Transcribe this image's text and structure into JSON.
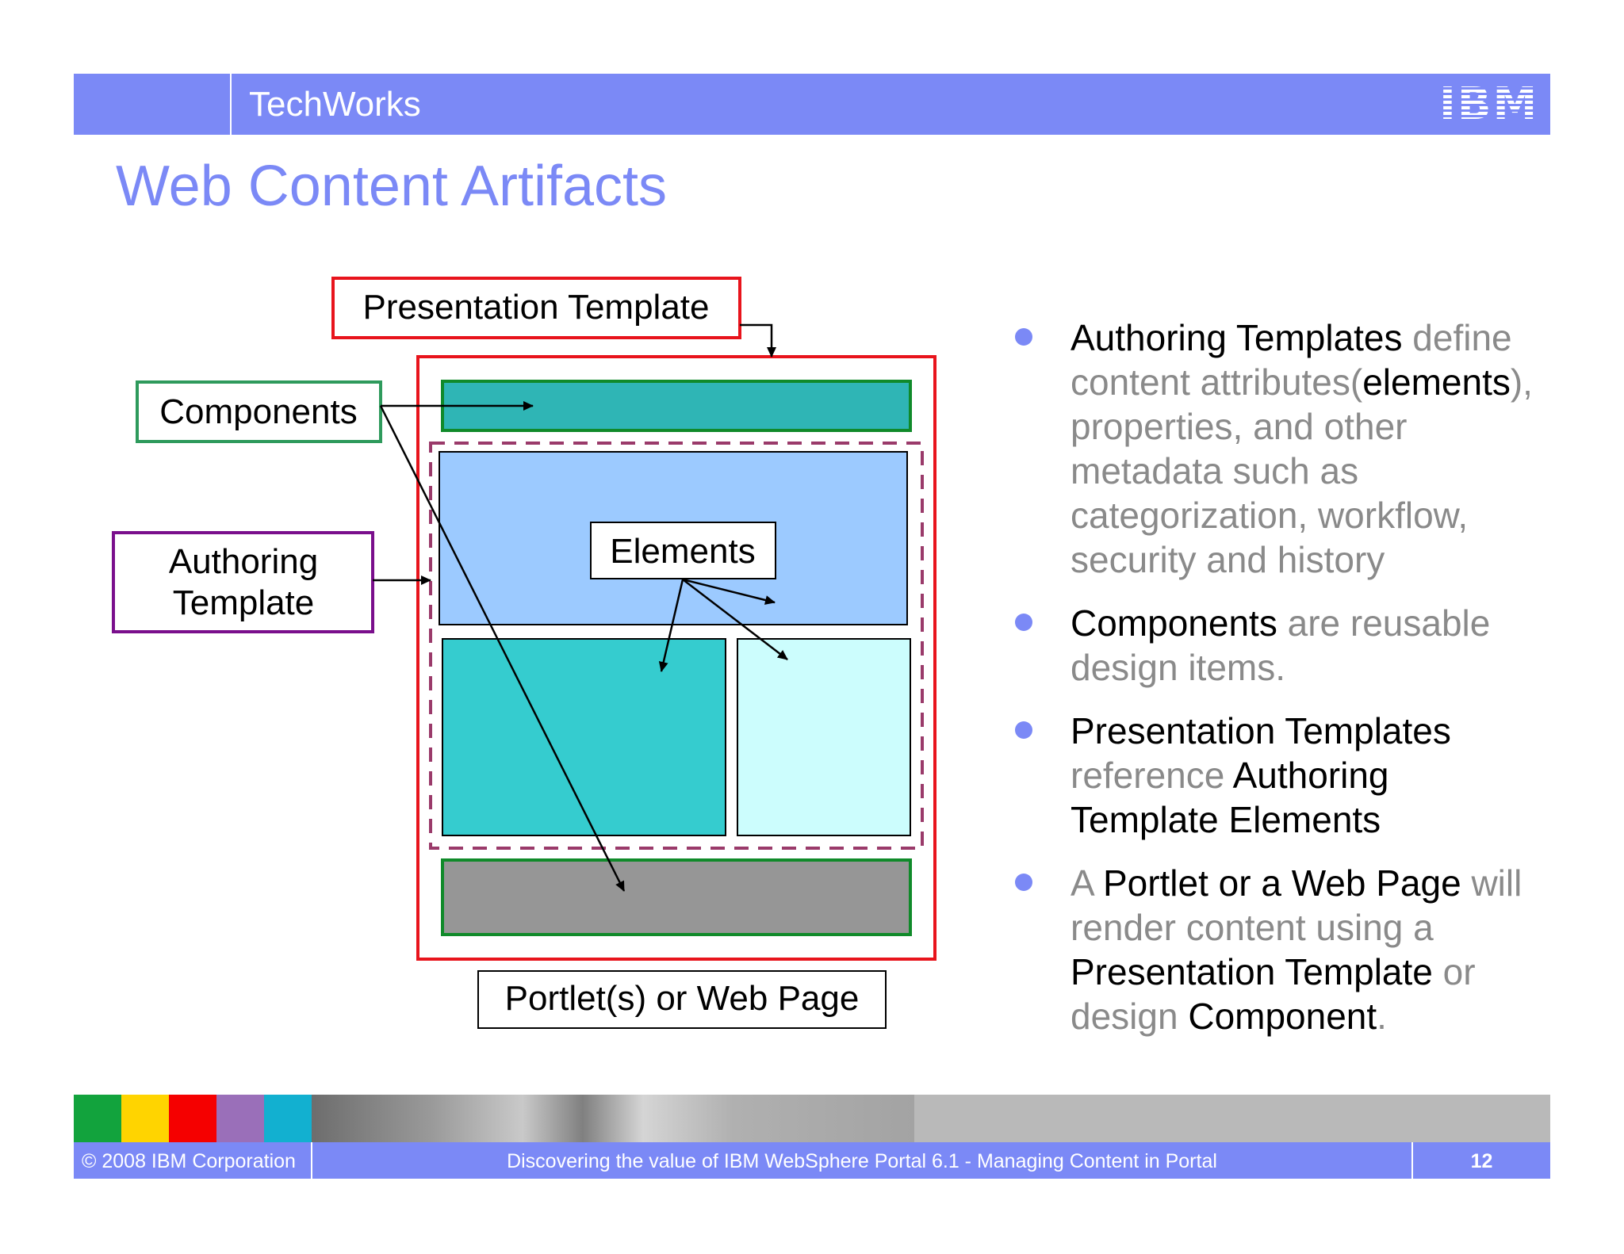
{
  "header": {
    "title": "TechWorks",
    "logo_text": "IBM"
  },
  "page_title": "Web Content Artifacts",
  "diagram": {
    "presentation_template_label": "Presentation Template",
    "components_label": "Components",
    "authoring_template_label_line1": "Authoring",
    "authoring_template_label_line2": "Template",
    "elements_label": "Elements",
    "portlet_label": "Portlet(s) or Web Page",
    "colors": {
      "presentation_red": "#e8141c",
      "components_green": "#2e9a5c",
      "authoring_purple": "#7a0f8c",
      "header_teal": "#2fb5b5",
      "body_blue": "#9ccaff",
      "left_teal": "#35cccf",
      "right_aqua": "#ccfdfd",
      "footer_gray": "#969696",
      "dashed_maroon": "#9a3a6a"
    }
  },
  "bullets": [
    {
      "parts": [
        {
          "text": "Authoring Templates",
          "hl": true
        },
        {
          "text": " define content attributes(",
          "hl": false
        },
        {
          "text": "elements",
          "hl": true
        },
        {
          "text": "), properties, and other metadata such as categorization, workflow, security and history",
          "hl": false
        }
      ]
    },
    {
      "parts": [
        {
          "text": "Components",
          "hl": true
        },
        {
          "text": " are reusable design items.",
          "hl": false
        }
      ]
    },
    {
      "parts": [
        {
          "text": "Presentation Templates",
          "hl": true
        },
        {
          "text": " reference ",
          "hl": false
        },
        {
          "text": "Authoring Template Elements",
          "hl": true
        }
      ]
    },
    {
      "parts": [
        {
          "text": "A ",
          "hl": false
        },
        {
          "text": "Portlet or a Web Page",
          "hl": true
        },
        {
          "text": " will render content using a ",
          "hl": false
        },
        {
          "text": "Presentation Template",
          "hl": true
        },
        {
          "text": " or design ",
          "hl": false
        },
        {
          "text": "Component",
          "hl": true
        },
        {
          "text": ".",
          "hl": false
        }
      ]
    }
  ],
  "footer": {
    "copyright": "© 2008 IBM Corporation",
    "center_text": "Discovering the value of IBM WebSphere Portal 6.1 - Managing Content in Portal",
    "page_number": "12",
    "swatch_colors": [
      "#12a33d",
      "#ffd400",
      "#f50000",
      "#9a6fb9",
      "#12b0d0"
    ]
  },
  "colors": {
    "accent": "#7b89f6",
    "body_text_gray": "#8a8a8a"
  }
}
